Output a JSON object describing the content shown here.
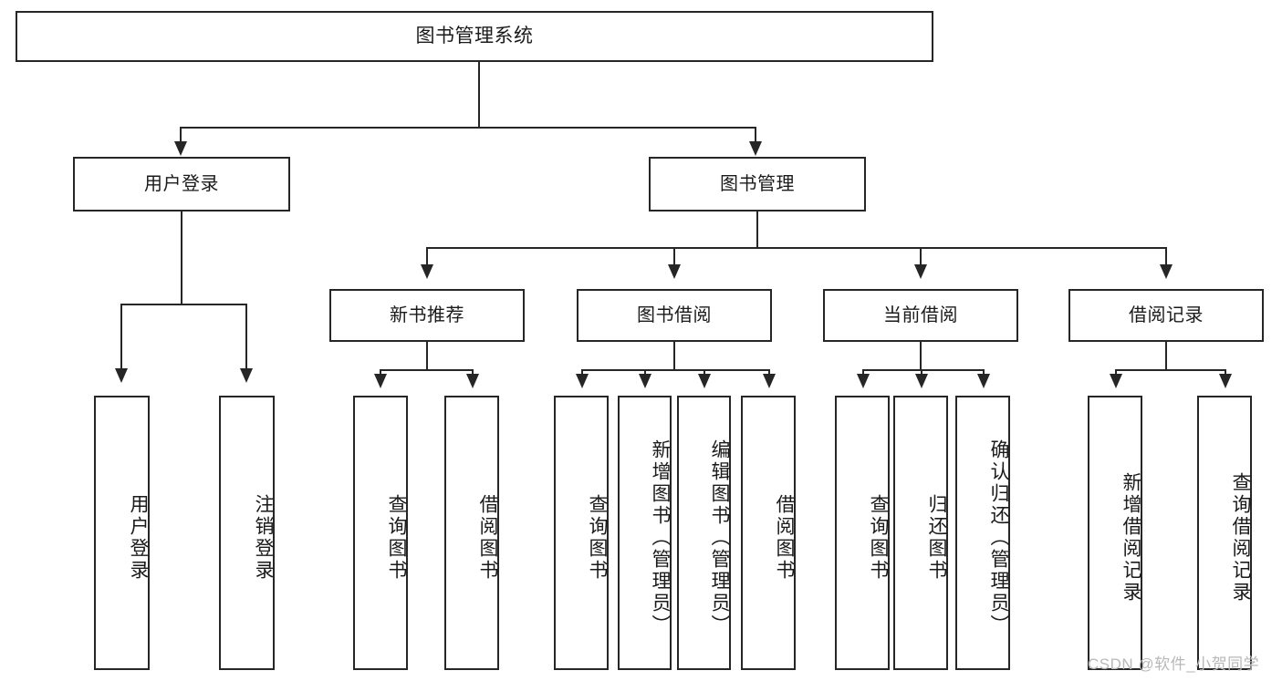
{
  "diagram": {
    "title": "图书管理系统",
    "type": "tree-hierarchy-chart",
    "accent_color": "#262626",
    "background_color": "#ffffff",
    "root": {
      "label": "图书管理系统"
    },
    "level2": [
      {
        "label": "用户登录"
      },
      {
        "label": "图书管理"
      }
    ],
    "level3": [
      {
        "label": "新书推荐"
      },
      {
        "label": "图书借阅"
      },
      {
        "label": "当前借阅"
      },
      {
        "label": "借阅记录"
      }
    ],
    "leaves": {
      "user_login": [
        {
          "label": "用户登录"
        },
        {
          "label": "注销登录"
        }
      ],
      "new_book_recommend": [
        {
          "label": "查询图书"
        },
        {
          "label": "借阅图书"
        }
      ],
      "book_borrow": [
        {
          "label": "查询图书"
        },
        {
          "label": "新增图书（管理员）"
        },
        {
          "label": "编辑图书（管理员）"
        },
        {
          "label": "借阅图书"
        }
      ],
      "current_borrow": [
        {
          "label": "查询图书"
        },
        {
          "label": "归还图书"
        },
        {
          "label": "确认归还（管理员）"
        }
      ],
      "borrow_record": [
        {
          "label": "新增借阅记录"
        },
        {
          "label": "查询借阅记录"
        }
      ]
    }
  },
  "watermark": {
    "text": "CSDN @软件_小贺同学"
  }
}
